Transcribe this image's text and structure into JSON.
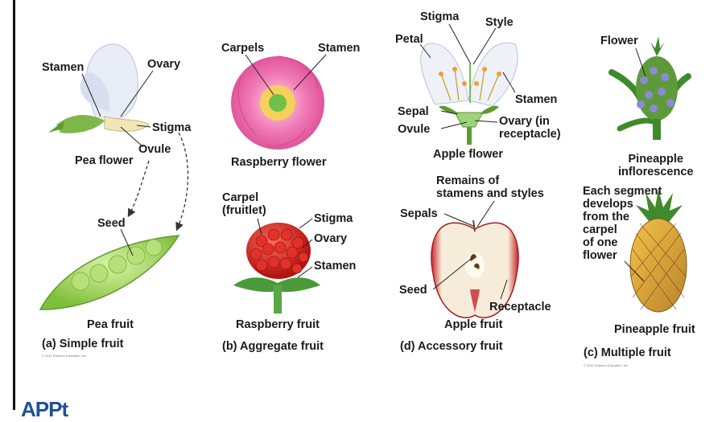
{
  "panels": {
    "a": {
      "labels": {
        "stamen": "Stamen",
        "ovary": "Ovary",
        "stigma": "Stigma",
        "ovule": "Ovule",
        "flower": "Pea flower",
        "seed": "Seed",
        "fruit": "Pea fruit"
      },
      "caption": "(a) Simple fruit",
      "copyright": "© 2011 Pearson Education, Inc."
    },
    "b": {
      "labels": {
        "carpels": "Carpels",
        "stamen_top": "Stamen",
        "flower": "Raspberry flower",
        "carpel": "Carpel\n(fruitlet)",
        "stigma": "Stigma",
        "ovary": "Ovary",
        "stamen": "Stamen",
        "fruit": "Raspberry fruit"
      },
      "caption": "(b) Aggregate fruit"
    },
    "d": {
      "labels": {
        "stigma": "Stigma",
        "style": "Style",
        "petal": "Petal",
        "stamen": "Stamen",
        "sepal": "Sepal",
        "ovary": "Ovary (in\nreceptacle)",
        "ovule": "Ovule",
        "flower": "Apple flower",
        "remains": "Remains of\nstamens and styles",
        "sepals": "Sepals",
        "seed": "Seed",
        "receptacle": "Receptacle",
        "fruit": "Apple fruit"
      },
      "caption": "(d) Accessory fruit"
    },
    "c": {
      "labels": {
        "flower": "Flower",
        "inflorescence": "Pineapple\ninflorescence",
        "segment": "Each segment\ndevelops\nfrom the\ncarpel\nof one\nflower",
        "fruit": "Pineapple fruit"
      },
      "caption": "(c) Multiple fruit",
      "copyright": "© 2011 Pearson Education, Inc."
    }
  },
  "logo": "APPt",
  "colors": {
    "border": "#111111",
    "arrow": "#333333",
    "logo": "#1f4f9a"
  }
}
